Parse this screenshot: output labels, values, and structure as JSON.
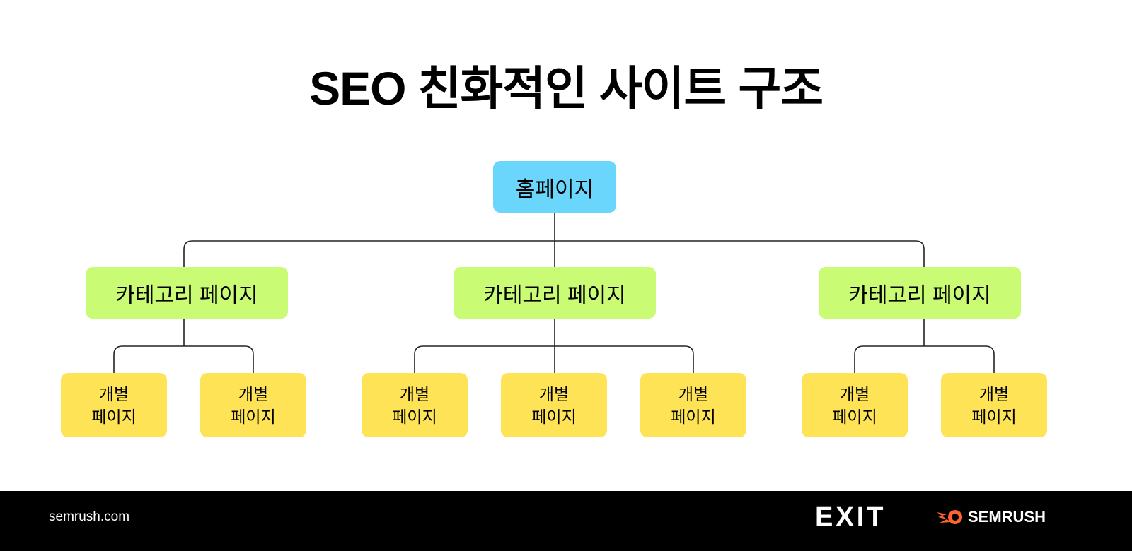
{
  "title": "SEO 친화적인 사이트 구조",
  "home": {
    "label": "홈페이지"
  },
  "categories": [
    {
      "label": "카테고리 페이지",
      "children": [
        {
          "l1": "개별",
          "l2": "페이지"
        },
        {
          "l1": "개별",
          "l2": "페이지"
        }
      ]
    },
    {
      "label": "카테고리 페이지",
      "children": [
        {
          "l1": "개별",
          "l2": "페이지"
        },
        {
          "l1": "개별",
          "l2": "페이지"
        },
        {
          "l1": "개별",
          "l2": "페이지"
        }
      ]
    },
    {
      "label": "카테고리 페이지",
      "children": [
        {
          "l1": "개별",
          "l2": "페이지"
        },
        {
          "l1": "개별",
          "l2": "페이지"
        }
      ]
    }
  ],
  "footer": {
    "site": "semrush.com",
    "logo_exit": "EXIT",
    "logo_semrush": "SEMRUSH"
  },
  "colors": {
    "home": "#6bd6fc",
    "category": "#c9fb75",
    "leaf": "#fee356",
    "semrush_orange": "#ff642d"
  }
}
